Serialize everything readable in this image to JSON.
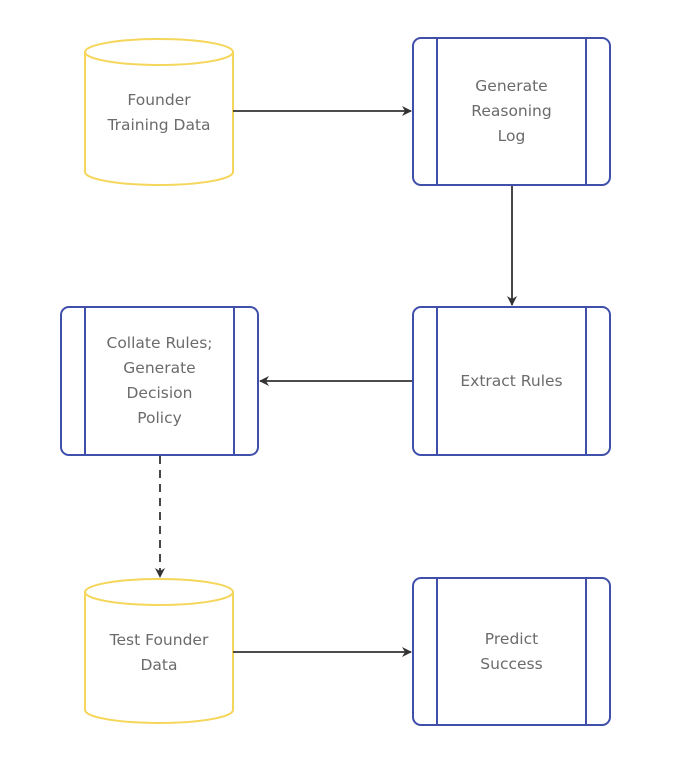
{
  "colors": {
    "datastore": "#f5d65a",
    "process": "#3f4faa",
    "arrow": "#333333",
    "text": "#6b6b6b"
  },
  "nodes": {
    "founder_training_data": {
      "label": "Founder\nTraining Data",
      "shape": "cylinder"
    },
    "generate_reasoning_log": {
      "label": "Generate\nReasoning\nLog",
      "shape": "predefined-process"
    },
    "extract_rules": {
      "label": "Extract Rules",
      "shape": "predefined-process"
    },
    "collate_rules": {
      "label": "Collate Rules;\nGenerate\nDecision\nPolicy",
      "shape": "predefined-process"
    },
    "test_founder_data": {
      "label": "Test Founder\nData",
      "shape": "cylinder"
    },
    "predict_success": {
      "label": "Predict\nSuccess",
      "shape": "predefined-process"
    }
  },
  "edges": [
    {
      "from": "founder_training_data",
      "to": "generate_reasoning_log",
      "style": "solid"
    },
    {
      "from": "generate_reasoning_log",
      "to": "extract_rules",
      "style": "solid"
    },
    {
      "from": "extract_rules",
      "to": "collate_rules",
      "style": "solid"
    },
    {
      "from": "collate_rules",
      "to": "test_founder_data",
      "style": "dashed"
    },
    {
      "from": "test_founder_data",
      "to": "predict_success",
      "style": "solid"
    }
  ]
}
